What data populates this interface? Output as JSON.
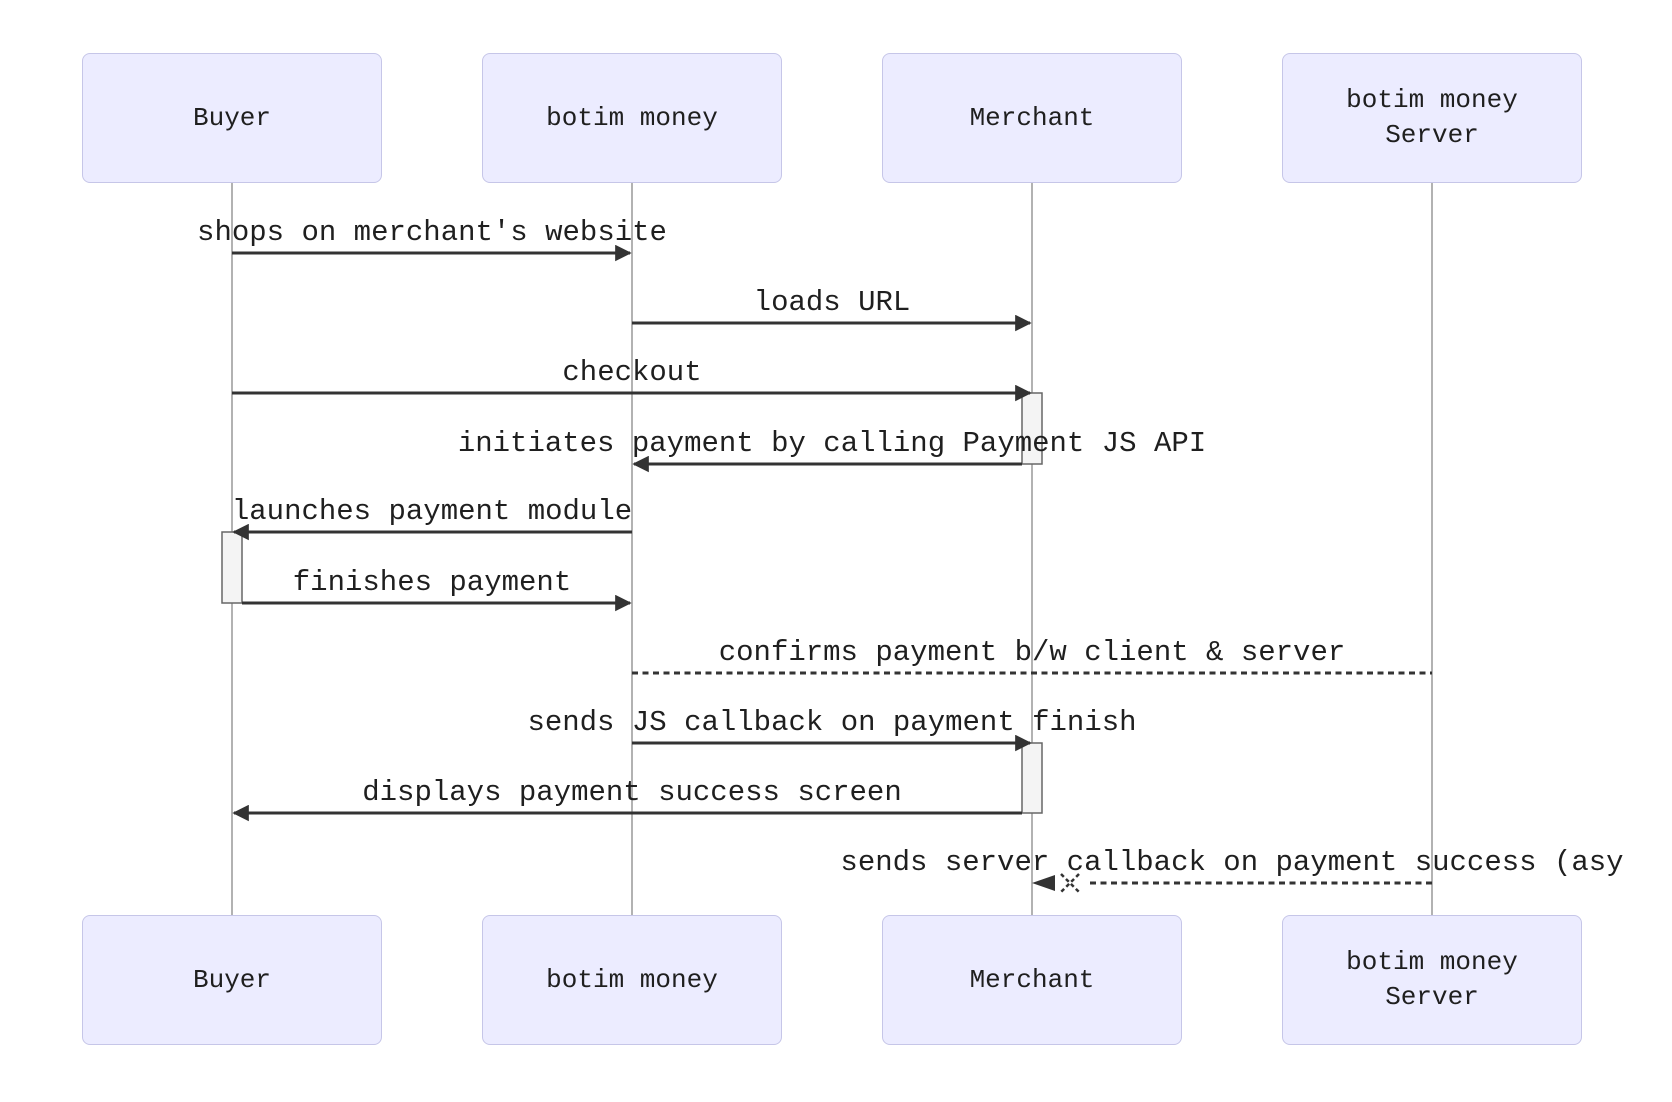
{
  "diagram": {
    "type": "sequence-diagram",
    "participants": [
      {
        "id": "buyer",
        "name": "Buyer"
      },
      {
        "id": "botim-money",
        "name": "botim money"
      },
      {
        "id": "merchant",
        "name": "Merchant"
      },
      {
        "id": "botim-money-server",
        "name": "botim money Server"
      }
    ],
    "messages": [
      {
        "from": "Buyer",
        "to": "botim money",
        "text": "shops on merchant's website",
        "line": "solid",
        "arrow": "filled"
      },
      {
        "from": "botim money",
        "to": "Merchant",
        "text": "loads URL",
        "line": "solid",
        "arrow": "filled"
      },
      {
        "from": "Buyer",
        "to": "Merchant",
        "text": "checkout",
        "line": "solid",
        "arrow": "filled"
      },
      {
        "from": "Merchant",
        "to": "botim money",
        "text": "initiates payment by calling Payment JS API",
        "line": "solid",
        "arrow": "filled"
      },
      {
        "from": "botim money",
        "to": "Buyer",
        "text": "launches payment module",
        "line": "solid",
        "arrow": "filled"
      },
      {
        "from": "Buyer",
        "to": "botim money",
        "text": "finishes payment",
        "line": "solid",
        "arrow": "filled"
      },
      {
        "from": "botim money",
        "to": "botim money Server",
        "text": "confirms payment b/w client & server",
        "line": "dotted",
        "arrow": "none"
      },
      {
        "from": "botim money",
        "to": "Merchant",
        "text": "sends JS callback on payment finish",
        "line": "solid",
        "arrow": "filled"
      },
      {
        "from": "Merchant",
        "to": "Buyer",
        "text": "displays payment success screen",
        "line": "solid",
        "arrow": "filled"
      },
      {
        "from": "botim money Server",
        "to": "Merchant",
        "text": "sends server callback on payment success (asy",
        "line": "dotted",
        "arrow": "cross"
      }
    ],
    "activations": [
      {
        "on": "Merchant",
        "from_message": "checkout",
        "to_message": "initiates payment by calling Payment JS API"
      },
      {
        "on": "Buyer",
        "from_message": "launches payment module",
        "to_message": "finishes payment"
      },
      {
        "on": "Merchant",
        "from_message": "sends JS callback on payment finish",
        "to_message": "displays payment success screen"
      }
    ],
    "colors": {
      "actor_fill": "#ECECFF",
      "actor_border": "#c6c6e8",
      "lifeline": "#999999",
      "arrow": "#333333",
      "text": "#1f1f1f",
      "activation_fill": "#f4f4f4",
      "activation_border": "#666666",
      "background": "#ffffff"
    }
  }
}
